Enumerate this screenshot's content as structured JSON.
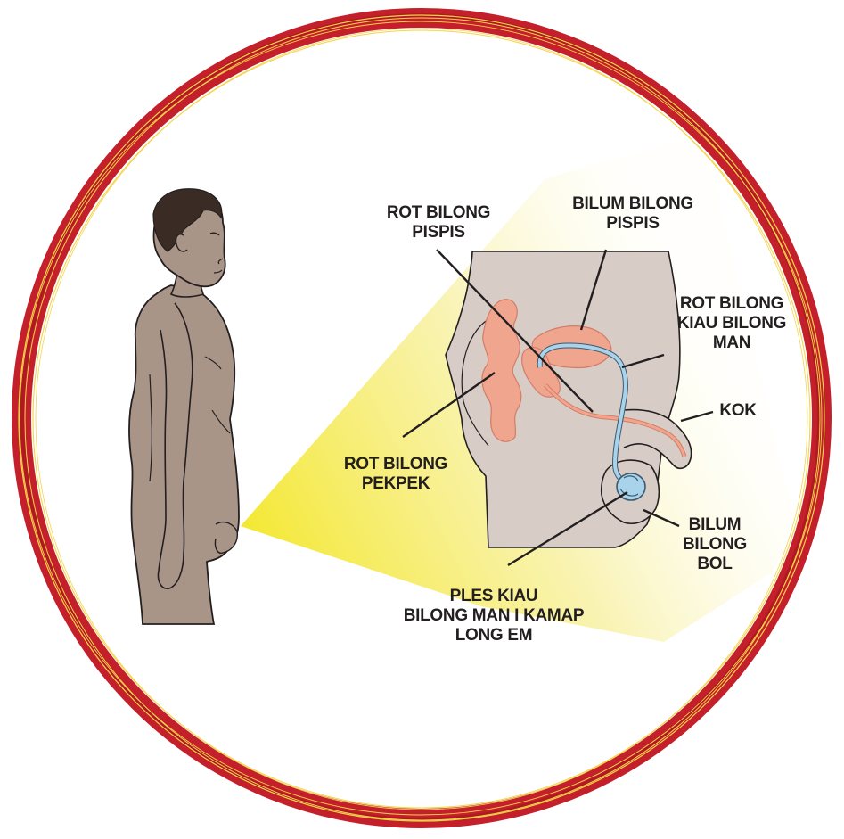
{
  "colors": {
    "frame_red": "#c4202b",
    "frame_yellow": "#f3d54a",
    "highlight_yellow": "#f6ec57",
    "skin": "#a99488",
    "outline": "#231f20",
    "hair": "#3a2c24",
    "body_section": "#d8cdc6",
    "organ_pink": "#f0a58e",
    "duct_blue": "#a9d3ea"
  },
  "labels": {
    "urethra": [
      "ROT BILONG",
      "PISPIS"
    ],
    "bladder": [
      "BILUM BILONG",
      "PISPIS"
    ],
    "vas_deferens": [
      "ROT BILONG",
      "KIAU BILONG",
      "MAN"
    ],
    "penis": [
      "KOK"
    ],
    "rectum": [
      "ROT BILONG",
      "PEKPEK"
    ],
    "scrotum": [
      "BILUM",
      "BILONG",
      "BOL"
    ],
    "testicle": [
      "PLES KIAU",
      "BILONG MAN I KAMAP",
      "LONG EM"
    ]
  }
}
